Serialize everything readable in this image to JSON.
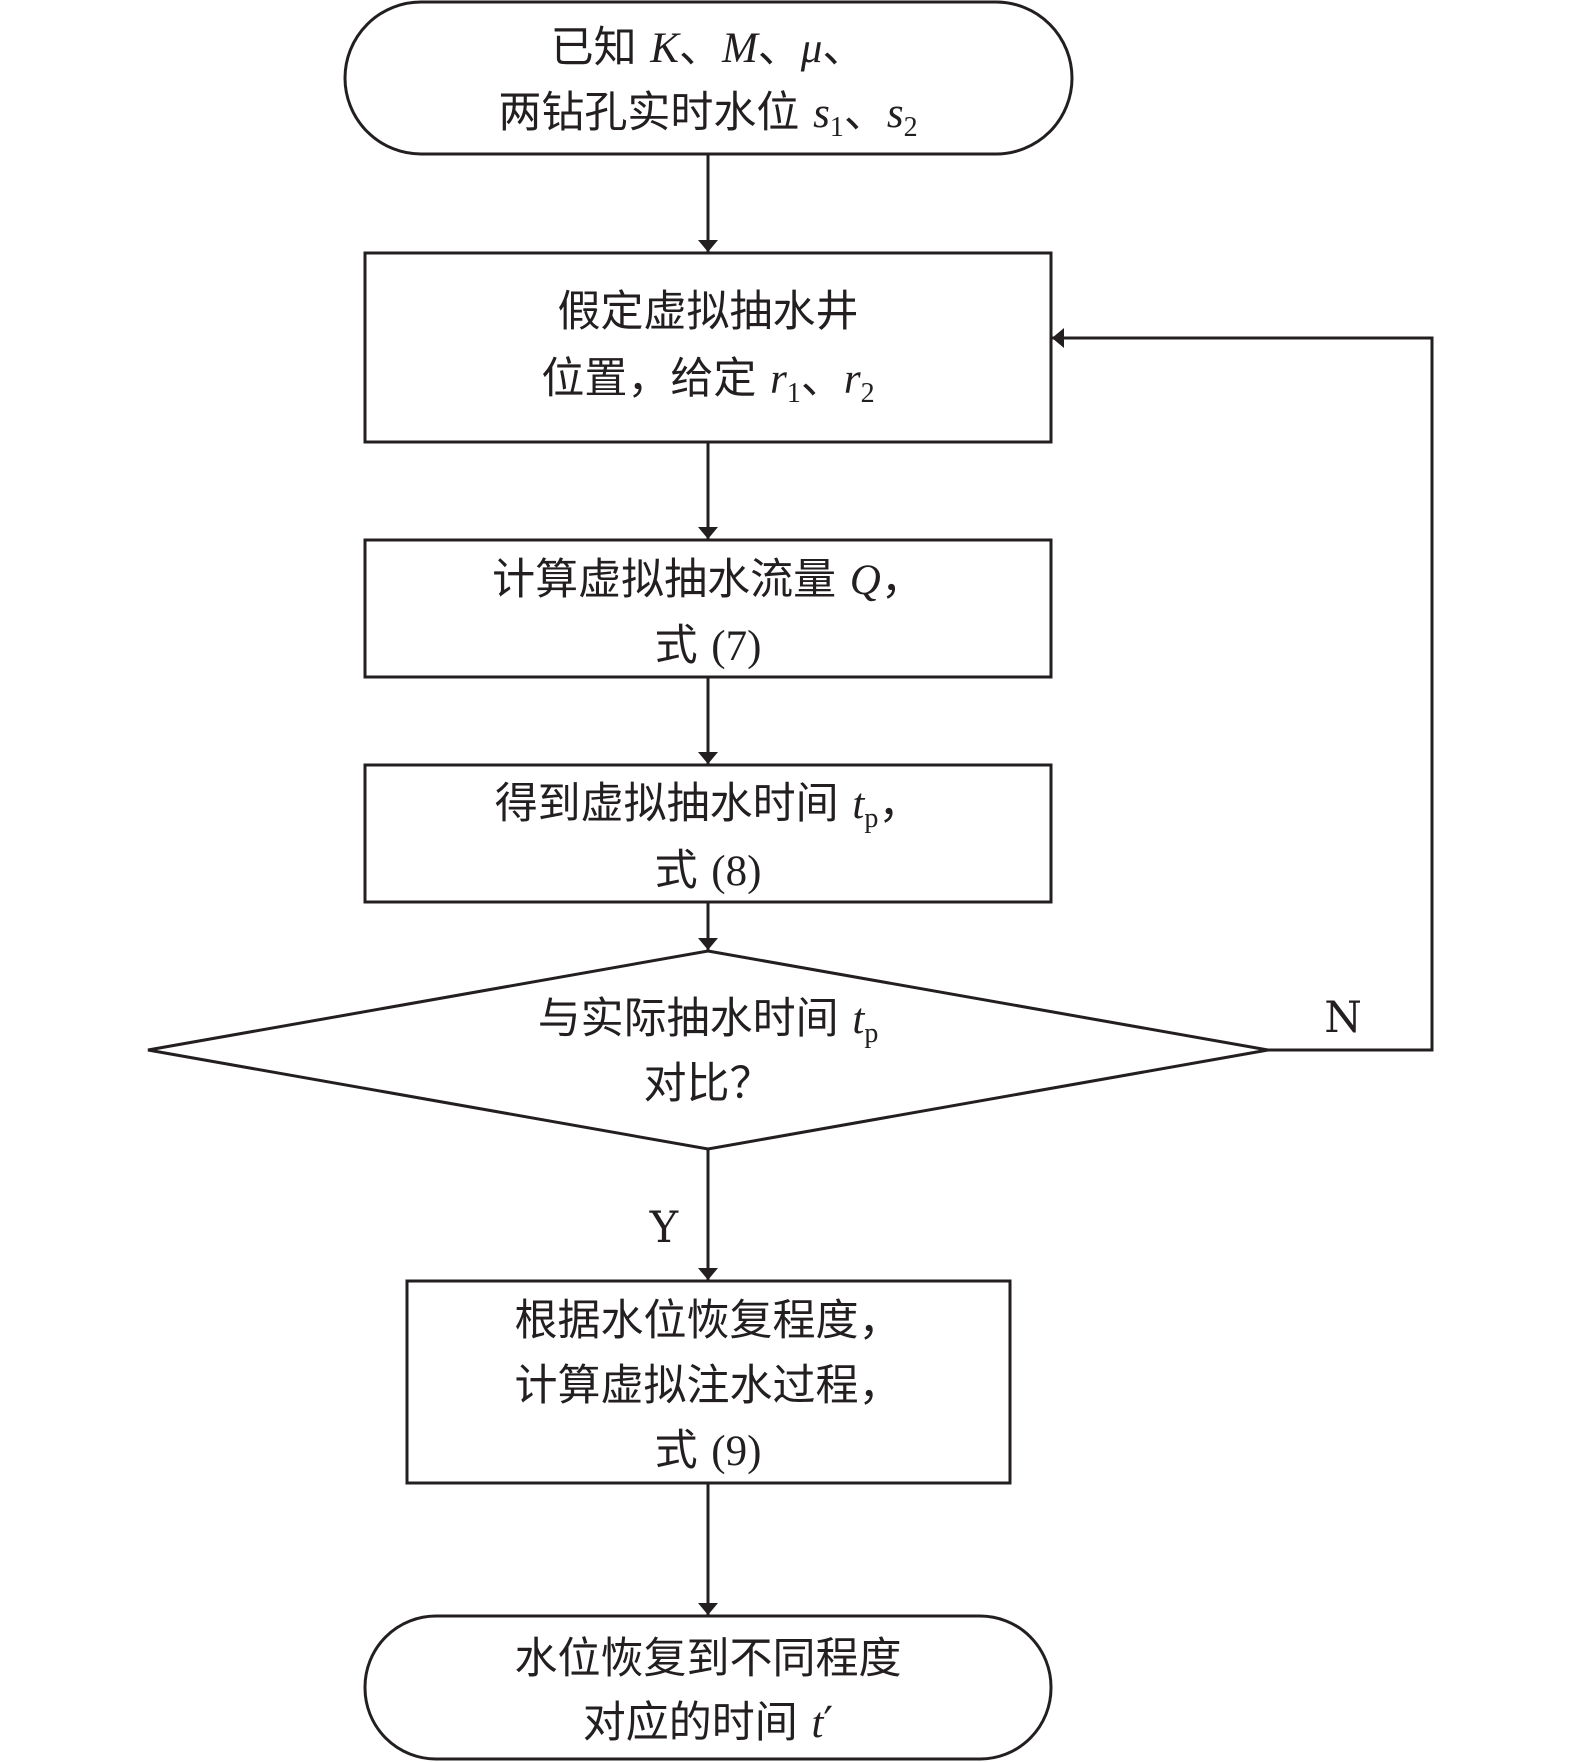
{
  "nodes": {
    "start": {
      "line1": {
        "prefix": "已知 ",
        "k": "K",
        "sep1": "、",
        "m": "M",
        "sep2": "、",
        "mu": "μ",
        "sep3": "、"
      },
      "line2": {
        "prefix": "两钻孔实时水位 ",
        "s": "s",
        "sub1": "1",
        "sep": "、",
        "s2": "s",
        "sub2": "2"
      }
    },
    "assume": {
      "line1": "假定虚拟抽水井",
      "line2": {
        "prefix": "位置，给定 ",
        "r": "r",
        "sub1": "1",
        "sep": "、",
        "r2": "r",
        "sub2": "2"
      }
    },
    "flow_q": {
      "line1": {
        "prefix": "计算虚拟抽水流量 ",
        "q": "Q",
        "suffix": "，"
      },
      "line2": {
        "prefix": "式 ",
        "eq": "(7)"
      }
    },
    "time_tp": {
      "line1": {
        "prefix": "得到虚拟抽水时间 ",
        "t": "t",
        "sub": "p",
        "suffix": "，"
      },
      "line2": {
        "prefix": "式 ",
        "eq": "(8)"
      }
    },
    "decision": {
      "line1": {
        "prefix": "与实际抽水时间 ",
        "t": "t",
        "sub": "p"
      },
      "line2": "对比？"
    },
    "injection": {
      "line1": "根据水位恢复程度，",
      "line2": "计算虚拟注水过程，",
      "line3": {
        "prefix": "式 ",
        "eq": "(9)"
      }
    },
    "end": {
      "line1": "水位恢复到不同程度",
      "line2": {
        "prefix": "对应的时间 ",
        "t": "t",
        "prime": "′"
      }
    }
  },
  "edges": {
    "no_label": "N",
    "yes_label": "Y"
  }
}
